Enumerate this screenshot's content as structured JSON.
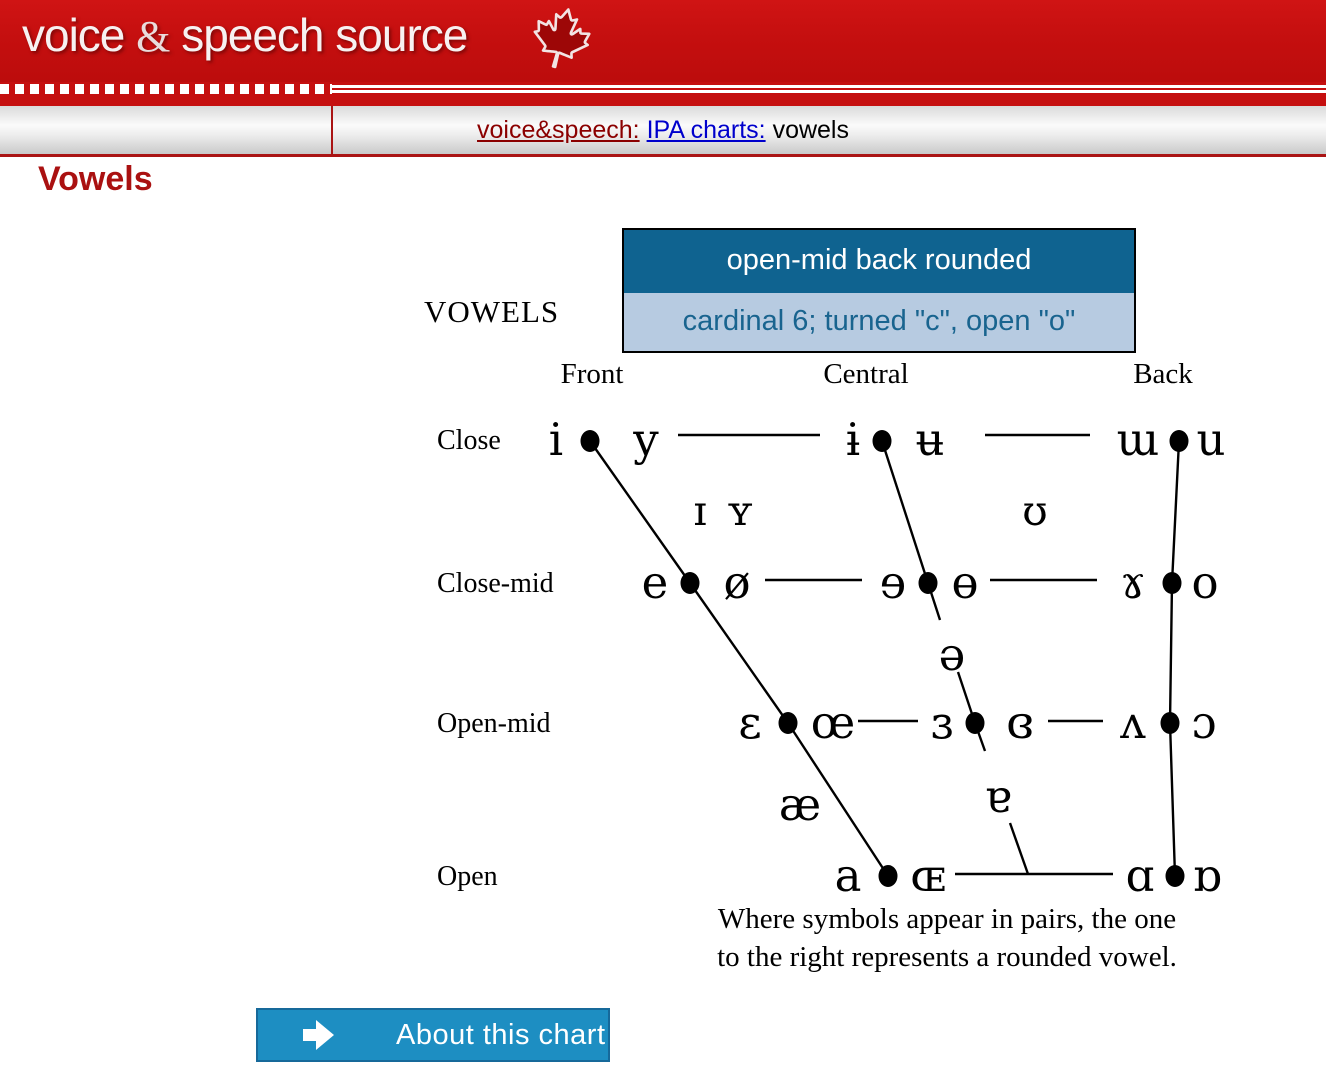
{
  "banner": {
    "title_pre": "voice",
    "amp": "&",
    "title_post": "speech source"
  },
  "breadcrumb": {
    "site_link": "voice&speech:",
    "section_link": "IPA charts:",
    "current": "vowels"
  },
  "page_title": "Vowels",
  "tooltip": {
    "title": "open-mid back rounded",
    "description": "cardinal 6; turned \"c\", open \"o\""
  },
  "chart": {
    "title": "VOWELS",
    "col_front": "Front",
    "col_central": "Central",
    "col_back": "Back",
    "row_close": "Close",
    "row_close_mid": "Close-mid",
    "row_open_mid": "Open-mid",
    "row_open": "Open",
    "note1": "Where symbols appear in pairs, the one",
    "note2": "to the right represents a rounded vowel.",
    "highlight_color": "#990000",
    "symbols": {
      "close_front_unrounded": "i",
      "close_front_rounded": "y",
      "close_central_unrounded": "ɨ",
      "close_central_rounded": "ʉ",
      "close_back_unrounded": "ɯ",
      "close_back_rounded": "u",
      "near_close_front_unrounded": "ɪ",
      "near_close_front_rounded": "ʏ",
      "near_close_back_rounded": "ʊ",
      "close_mid_front_unrounded": "e",
      "close_mid_front_rounded": "ø",
      "close_mid_central_unrounded": "ɘ",
      "close_mid_central_rounded": "ɵ",
      "close_mid_back_unrounded": "ɤ",
      "close_mid_back_rounded": "o",
      "mid_central": "ə",
      "open_mid_front_unrounded": "ɛ",
      "open_mid_front_rounded": "œ",
      "open_mid_central_unrounded": "ɜ",
      "open_mid_central_rounded": "ɞ",
      "open_mid_back_unrounded": "ʌ",
      "open_mid_back_rounded": "ɔ",
      "near_open_front": "æ",
      "near_open_central": "ɐ",
      "open_front_unrounded": "a",
      "open_front_rounded": "ɶ",
      "open_back_unrounded": "ɑ",
      "open_back_rounded": "ɒ"
    }
  },
  "about_button": {
    "label": "About this chart"
  },
  "colors": {
    "brand_red": "#c50f0f",
    "heading_red": "#aa1111",
    "tooltip_header_bg": "#0f6390",
    "tooltip_body_bg": "#b7cbe1",
    "tooltip_text": "#19648f",
    "highlight_vowel": "#990000",
    "button_bg": "#1d8ec2",
    "link_red": "#8b0000",
    "link_blue": "#0000cc"
  }
}
